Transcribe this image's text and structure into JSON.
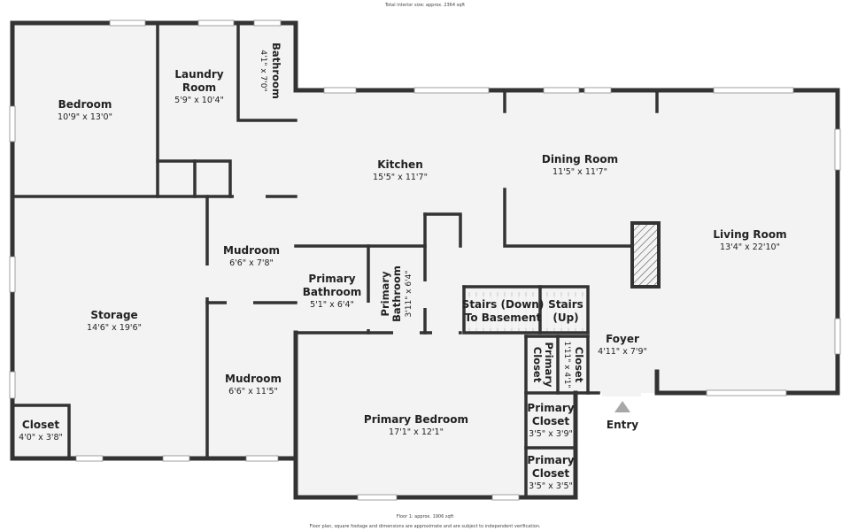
{
  "header": {
    "total_size": "Total interior size: approx. 2364 sqft"
  },
  "footer": {
    "floor_size": "Floor 1: approx. 1906 sqft",
    "disclaimer": "Floor plan, square footage and dimensions are approximate and are subject to independent verification."
  },
  "rooms": {
    "bedroom": {
      "name": "Bedroom",
      "dim": "10'9\" x 13'0\""
    },
    "laundry": {
      "name_line1": "Laundry",
      "name_line2": "Room",
      "dim": "5'9\" x 10'4\""
    },
    "bathroom": {
      "name": "Bathroom",
      "dim": "4'1\" x 7'0\""
    },
    "kitchen": {
      "name": "Kitchen",
      "dim": "15'5\" x 11'7\""
    },
    "dining": {
      "name": "Dining Room",
      "dim": "11'5\" x 11'7\""
    },
    "living": {
      "name": "Living Room",
      "dim": "13'4\" x 22'10\""
    },
    "mudroom_upper": {
      "name": "Mudroom",
      "dim": "6'6\" x 7'8\""
    },
    "storage": {
      "name": "Storage",
      "dim": "14'6\" x 19'6\""
    },
    "primary_bath_1": {
      "name_line1": "Primary",
      "name_line2": "Bathroom",
      "dim": "5'1\" x 6'4\""
    },
    "primary_bath_2": {
      "name_line1": "Primary",
      "name_line2": "Bathroom",
      "dim": "3'11\" x 6'4\""
    },
    "stairs_down": {
      "name_line1": "Stairs (Down)",
      "name_line2": "To Basement"
    },
    "stairs_up": {
      "name_line1": "Stairs",
      "name_line2": "(Up)"
    },
    "foyer": {
      "name": "Foyer",
      "dim": "4'11\" x 7'9\""
    },
    "primary_closet_v1": {
      "name_line1": "Primary",
      "name_line2": "Closet"
    },
    "closet_v": {
      "name": "Closet",
      "dim": "1'11\" x 4'1\""
    },
    "mudroom_lower": {
      "name": "Mudroom",
      "dim": "6'6\" x 11'5\""
    },
    "closet": {
      "name": "Closet",
      "dim": "4'0\" x 3'8\""
    },
    "primary_bedroom": {
      "name": "Primary Bedroom",
      "dim": "17'1\" x 12'1\""
    },
    "primary_closet_a": {
      "name_line1": "Primary",
      "name_line2": "Closet",
      "dim": "3'5\" x 3'9\""
    },
    "primary_closet_b": {
      "name_line1": "Primary",
      "name_line2": "Closet",
      "dim": "3'5\" x 3'5\""
    }
  },
  "entry": {
    "label": "Entry",
    "arrow_icon": "triangle-up-icon"
  },
  "colors": {
    "floor": "#f3f3f3",
    "wall": "#333333"
  }
}
